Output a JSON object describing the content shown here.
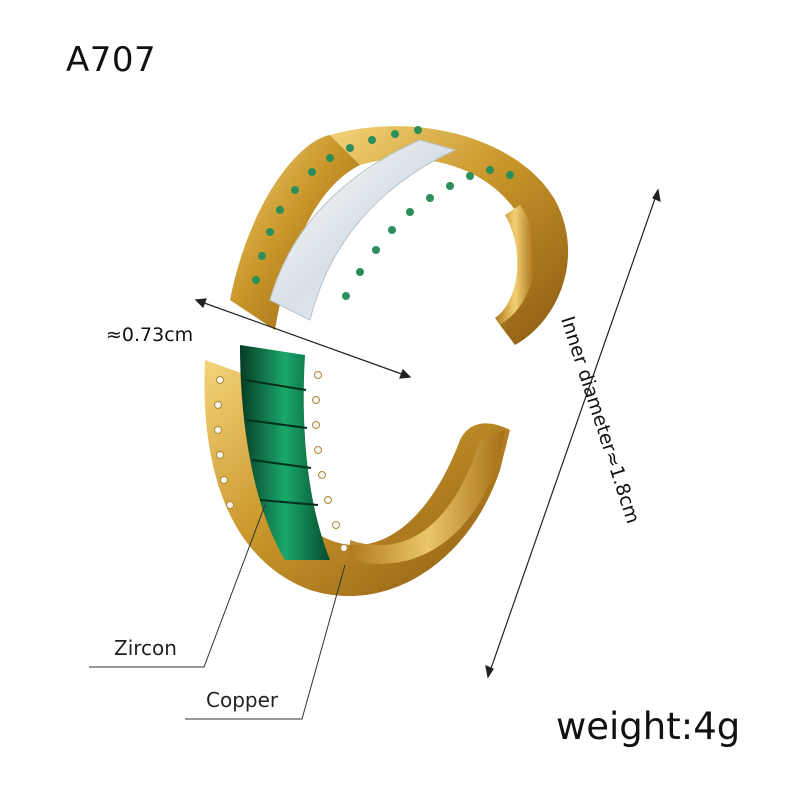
{
  "product": {
    "code": "A707",
    "weight": "weight:4g"
  },
  "dimensions": {
    "width": "≈0.73cm",
    "inner_diameter": "Inner diameter≈1.8cm"
  },
  "materials": {
    "stone": "Zircon",
    "metal": "Copper"
  },
  "colors": {
    "gold": "#c9962a",
    "gold_light": "#f0cf6a",
    "emerald": "#0f7a4c",
    "crystal": "#e9eef2"
  }
}
